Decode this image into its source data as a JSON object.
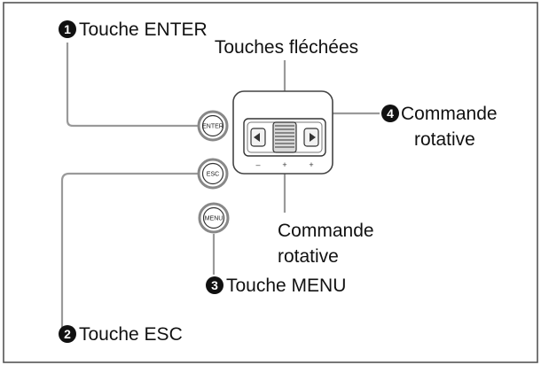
{
  "callouts": {
    "enter": {
      "number": "1",
      "label": "Touche ENTER"
    },
    "esc": {
      "number": "2",
      "label": "Touche ESC"
    },
    "menu": {
      "number": "3",
      "label": "Touche MENU"
    },
    "dial": {
      "number": "4",
      "label_line1": "Commande",
      "label_line2": "rotative"
    }
  },
  "labels": {
    "arrow_keys": "Touches fléchées",
    "center_line1": "Commande",
    "center_line2": "rotative"
  },
  "buttons": {
    "enter": "ENTER",
    "esc": "ESC",
    "menu": "MENU"
  },
  "dial_marks": {
    "left": "–",
    "center": "+",
    "right": "+"
  }
}
